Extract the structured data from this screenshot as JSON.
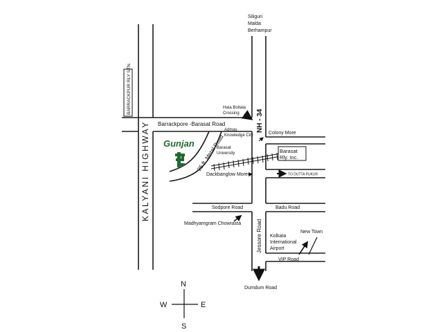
{
  "roads": {
    "kalyani_highway": "KALYANI HIGHWAY",
    "barrackpore_barasat": "Barrackpore -Barasat Road",
    "nh34": "NH - 34",
    "metal_road": "25 ft. Metal Road",
    "sodpore": "Sodpore Road",
    "badu": "Badu Road",
    "jessore": "Jessore Road",
    "vip": "VIP Road",
    "dumdum": "Dumdum Road"
  },
  "places": {
    "barrackpur_stn": "BARRACKPUR RLY STN.",
    "siliguri": "Siliguri",
    "malda": "Malda",
    "berhampur": "Berhampur",
    "hatta_bottala_1": "Hata Bottala",
    "hatta_bottala_2": "Crossing",
    "colony_more": "Colony More",
    "adamas_1": "Admas",
    "adamas_2": "Knowledge City",
    "barasat_univ_1": "Barasat",
    "barasat_univ_2": "University",
    "barasat_rly_1": "Barasat",
    "barasat_rly_2": "Rly. Inc.",
    "dackbanglow": "Dackbanglow More",
    "dutta_pukur": "TO DUTTA PUKUR",
    "madhyamgram": "Madhyamgram Chowrasta",
    "airport_1": "Kolkata",
    "airport_2": "International",
    "airport_3": "Airport",
    "new_town": "New Town"
  },
  "logo": {
    "text": "Gunjan",
    "color": "#1f6b2e"
  },
  "compass": {
    "n": "N",
    "s": "S",
    "e": "E",
    "w": "W"
  }
}
